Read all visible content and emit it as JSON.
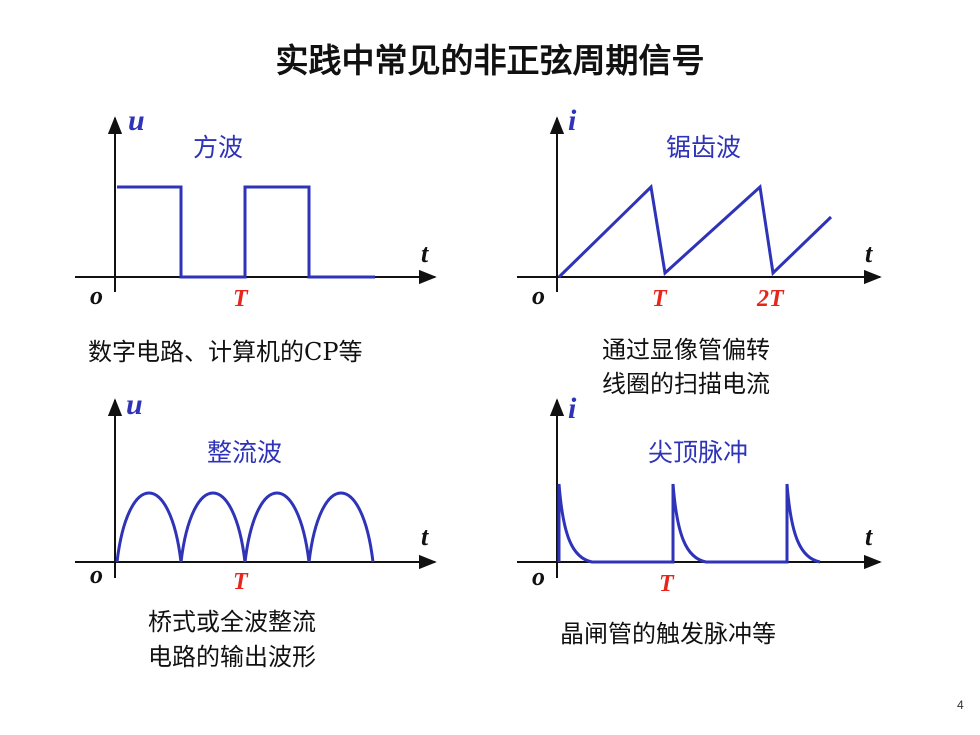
{
  "title": "实践中常见的非正弦周期信号",
  "page_number": "4",
  "colors": {
    "wave": "#2e33b8",
    "tick": "#e8251b",
    "axis": "#111111"
  },
  "panels": {
    "square": {
      "label": "方波",
      "y_axis": "u",
      "x_axis": "t",
      "origin": "o",
      "ticks": [
        "T"
      ],
      "caption": "数字电路、计算机的CP等"
    },
    "sawtooth": {
      "label": "锯齿波",
      "y_axis": "i",
      "x_axis": "t",
      "origin": "o",
      "ticks": [
        "T",
        "2T"
      ],
      "caption": [
        "通过显像管偏转",
        "线圈的扫描电流"
      ]
    },
    "rectified": {
      "label": "整流波",
      "y_axis": "u",
      "x_axis": "t",
      "origin": "o",
      "ticks": [
        "T"
      ],
      "caption": [
        "桥式或全波整流",
        "电路的输出波形"
      ]
    },
    "spike": {
      "label": "尖顶脉冲",
      "y_axis": "i",
      "x_axis": "t",
      "origin": "o",
      "ticks": [
        "T"
      ],
      "caption": "晶闸管的触发脉冲等"
    }
  }
}
